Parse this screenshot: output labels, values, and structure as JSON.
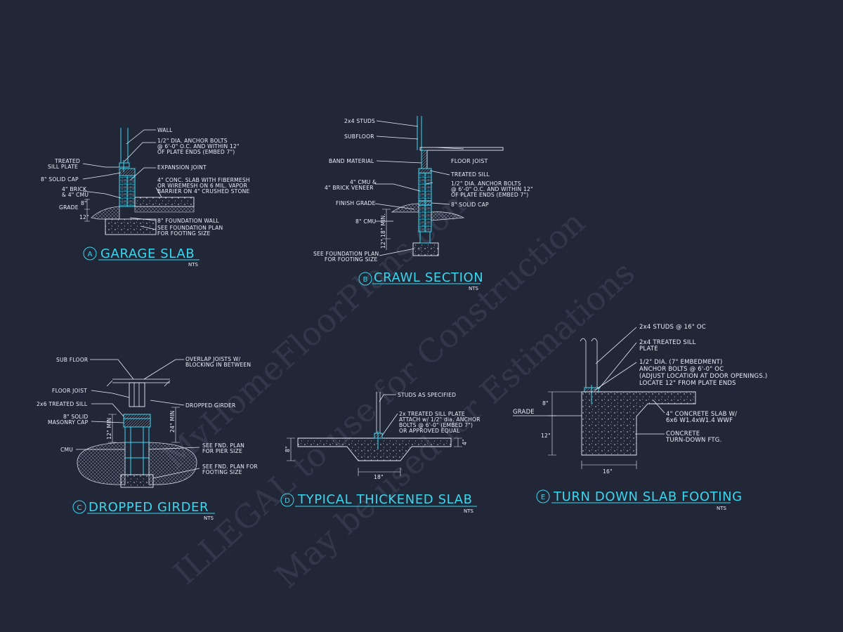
{
  "watermark": {
    "line1": "ILLEGAL to use for Construction",
    "line2": "MyHomeFloorPlans.com",
    "line3": "May be used for Estimations"
  },
  "details": {
    "a": {
      "tag": "A",
      "title": "GARAGE SLAB",
      "scale": "NTS",
      "labels": {
        "wall": "WALL",
        "anchor1": "1/2\" DIA. ANCHOR BOLTS",
        "anchor2": "@ 6'-0\" O.C. AND WITHIN 12\"",
        "anchor3": "OF PLATE ENDS (EMBED 7\")",
        "treated1": "TREATED",
        "treated2": "SILL PLATE",
        "expansion": "EXPANSION JOINT",
        "solidcap": "8\" SOLID CAP",
        "slab1": "4\" CONC. SLAB WITH FIBERMESH",
        "slab2": "OR WIREMESH ON 6 MIL. VAPOR",
        "slab3": "BARRIER ON 4\" CRUSHED STONE",
        "brick1": "4\" BRICK",
        "brick2": "& 4\" CMU",
        "grade": "GRADE",
        "dim1": "8\"",
        "dim2": "12\"",
        "foundwall": "8\" FOUNDATION WALL",
        "foot1": "SEE FOUNDATION PLAN",
        "foot2": "FOR FOOTING SIZE"
      }
    },
    "b": {
      "tag": "B",
      "title": "CRAWL SECTION",
      "scale": "NTS",
      "labels": {
        "studs": "2x4 STUDS",
        "subfloor": "SUBFLOOR",
        "band": "BAND MATERIAL",
        "joist": "FLOOR JOIST",
        "sill": "TREATED SILL",
        "cmu1": "4\" CMU &",
        "cmu2": "4\" BRICK VENEER",
        "anchor1": "1/2\" DIA. ANCHOR BOLTS",
        "anchor2": "@ 6'-0\" O.C. AND WITHIN 12\"",
        "anchor3": "OF PLATE ENDS (EMBED 7\")",
        "finish": "FINISH GRADE",
        "cap": "8\" SOLID CAP",
        "cmu8": "8\" CMU",
        "min": "18\" MIN.",
        "dim": "12\"",
        "foot1": "SEE FOUNDATION PLAN",
        "foot2": "FOR FOOTING SIZE"
      }
    },
    "c": {
      "tag": "C",
      "title": "DROPPED GIRDER",
      "scale": "NTS",
      "labels": {
        "subfloor": "SUB FLOOR",
        "overlap1": "OVERLAP JOISTS W/",
        "overlap2": "BLOCKING IN BETWEEN",
        "joist": "FLOOR JOIST",
        "sill": "2x6 TREATED SILL",
        "girder": "DROPPED GIRDER",
        "cap1": "8\" SOLID",
        "cap2": "MASONRY CAP",
        "min12": "12\" MIN",
        "min24": "24\" MIN",
        "cmu": "CMU",
        "pier1": "SEE FND. PLAN",
        "pier2": "FOR PIER SIZE",
        "foot1": "SEE FND. PLAN FOR",
        "foot2": "FOOTING SIZE"
      }
    },
    "d": {
      "tag": "D",
      "title": "TYPICAL THICKENED SLAB",
      "scale": "NTS",
      "labels": {
        "studs": "STUDS AS SPECIFIED",
        "sill1": "2x  TREATED SILL PLATE",
        "sill2": "ATTACH w/ 1/2\" dia. ANCHOR",
        "sill3": "BOLTS @ 6'-0\" (EMBED 7\")",
        "sill4": "OR APPROVED EQUAL",
        "dim8": "8\"",
        "dim4": "4\"",
        "dim18": "18\""
      }
    },
    "e": {
      "tag": "E",
      "title": "TURN DOWN SLAB FOOTING",
      "scale": "NTS",
      "labels": {
        "studs": "2x4 STUDS @ 16\" OC",
        "sill1": "2x4 TREATED SILL",
        "sill2": "PLATE",
        "anchor1": "1/2\" DIA. (7\" EMBEDMENT)",
        "anchor2": "ANCHOR BOLTS @ 6'-0\" OC",
        "anchor3": "(ADJUST LOCATION AT DOOR OPENINGS.)",
        "anchor4": "LOCATE 12\" FROM PLATE ENDS",
        "dim8": "8\"",
        "grade": "GRADE",
        "slab1": "4\" CONCRETE SLAB W/",
        "slab2": "6x6 W1.4xW1.4 WWF",
        "dim12": "12\"",
        "ftg1": "CONCRETE",
        "ftg2": "TURN-DOWN FTG.",
        "dim16": "16\""
      }
    }
  }
}
